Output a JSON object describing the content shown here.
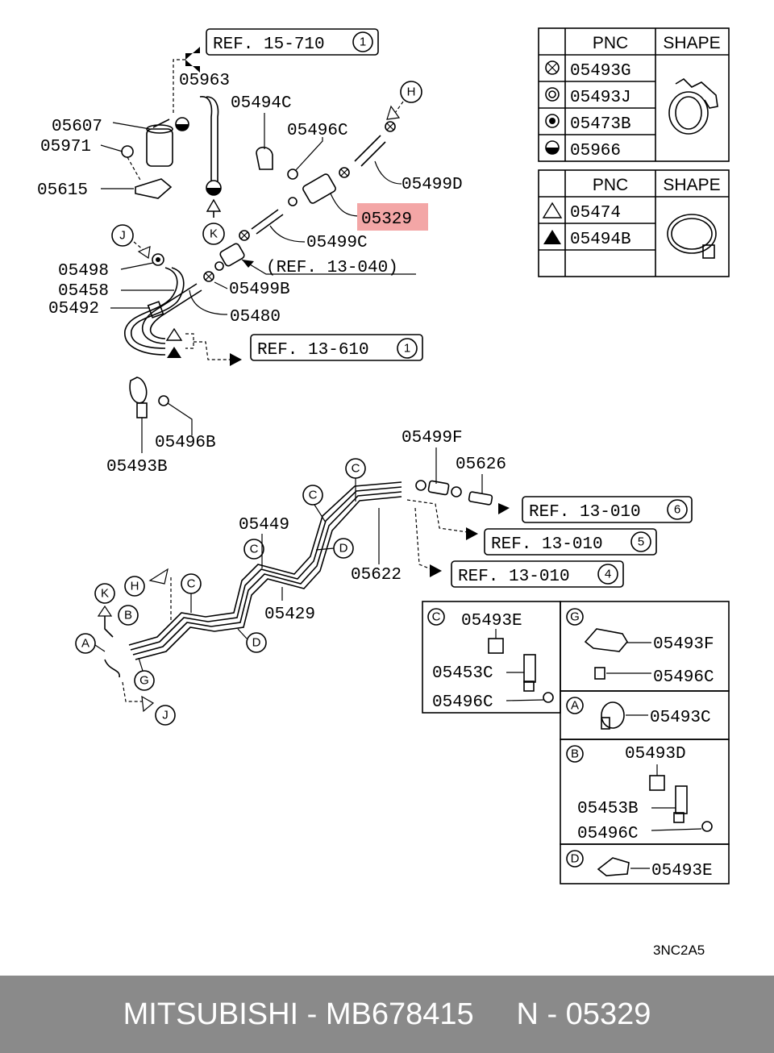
{
  "references": {
    "ref_15_710": "REF. 15-710",
    "ref_13_040": "(REF. 13-040)",
    "ref_13_610": "REF. 13-610",
    "ref_13_010_6": "REF. 13-010",
    "ref_13_010_5": "REF. 13-010",
    "ref_13_010_4": "REF. 13-010",
    "circle_1": "1",
    "circle_6": "6",
    "circle_5": "5",
    "circle_4": "4"
  },
  "parts": {
    "p05963": "05963",
    "p05607": "05607",
    "p05971": "05971",
    "p05615": "05615",
    "p05494C": "05494C",
    "p05496C": "05496C",
    "p05499D": "05499D",
    "p05329": "05329",
    "p05499C": "05499C",
    "p05498": "05498",
    "p05458": "05458",
    "p05492": "05492",
    "p05499B": "05499B",
    "p05480": "05480",
    "p05496B": "05496B",
    "p05493B": "05493B",
    "p05499F": "05499F",
    "p05626": "05626",
    "p05449": "05449",
    "p05622": "05622",
    "p05429": "05429"
  },
  "letters": {
    "H": "H",
    "K": "K",
    "J": "J",
    "C": "C",
    "D": "D",
    "B": "B",
    "A": "A",
    "G": "G"
  },
  "legend_table_1": {
    "col_pnc": "PNC",
    "col_shape": "SHAPE",
    "rows": [
      "05493G",
      "05493J",
      "05473B",
      "05966"
    ]
  },
  "legend_table_2": {
    "col_pnc": "PNC",
    "col_shape": "SHAPE",
    "rows": [
      "05474",
      "05494B"
    ]
  },
  "detail_c": {
    "letter": "C",
    "top": "05493E",
    "mid": "05453C",
    "bottom": "05496C"
  },
  "detail_g": {
    "letter": "G",
    "top": "05493F",
    "bottom": "05496C"
  },
  "detail_a": {
    "letter": "A",
    "part": "05493C"
  },
  "detail_b": {
    "letter": "B",
    "top": "05493D",
    "mid": "05453B",
    "bottom": "05496C"
  },
  "detail_d": {
    "letter": "D",
    "part": "05493E"
  },
  "diagram_code": "3NC2A5",
  "footer": {
    "text": "MITSUBISHI - MB678415     N - 05329"
  },
  "colors": {
    "highlight": "#f3a6a6",
    "footer_bg": "#8a8a8a",
    "footer_text": "#ffffff"
  }
}
